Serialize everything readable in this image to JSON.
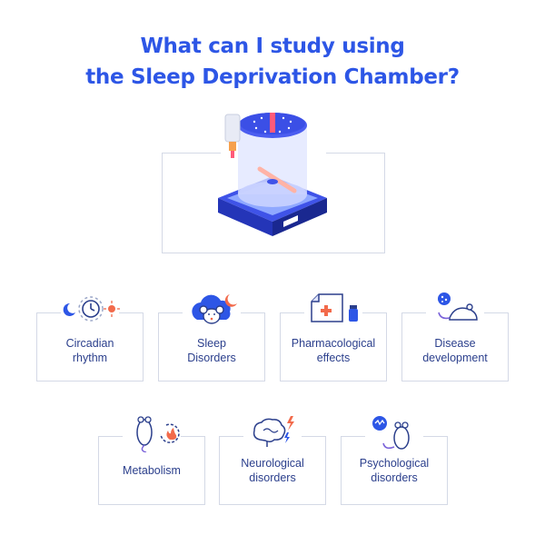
{
  "title": {
    "line1": "What can I study using",
    "line2": "the Sleep Deprivation Chamber?"
  },
  "colors": {
    "title": "#2d56e6",
    "label": "#2b3f8c",
    "border": "#d4d9e6",
    "accent_blue": "#2d56e6",
    "accent_orange": "#f26a4b",
    "accent_purple": "#7a62d9"
  },
  "topics": [
    {
      "line1": "Circadian",
      "line2": "rhythm",
      "icon": "clock-sun-moon-icon"
    },
    {
      "line1": "Sleep",
      "line2": "Disorders",
      "icon": "mouse-cloud-moon-icon"
    },
    {
      "line1": "Pharmacological",
      "line2": "effects",
      "icon": "medicine-box-vial-icon"
    },
    {
      "line1": "Disease",
      "line2": "development",
      "icon": "virus-mouse-icon"
    },
    {
      "line1": "Metabolism",
      "line2": "",
      "icon": "mouse-fire-icon"
    },
    {
      "line1": "Neurological",
      "line2": "disorders",
      "icon": "brain-lightning-icon"
    },
    {
      "line1": "Psychological",
      "line2": "disorders",
      "icon": "mouse-thought-icon"
    }
  ]
}
